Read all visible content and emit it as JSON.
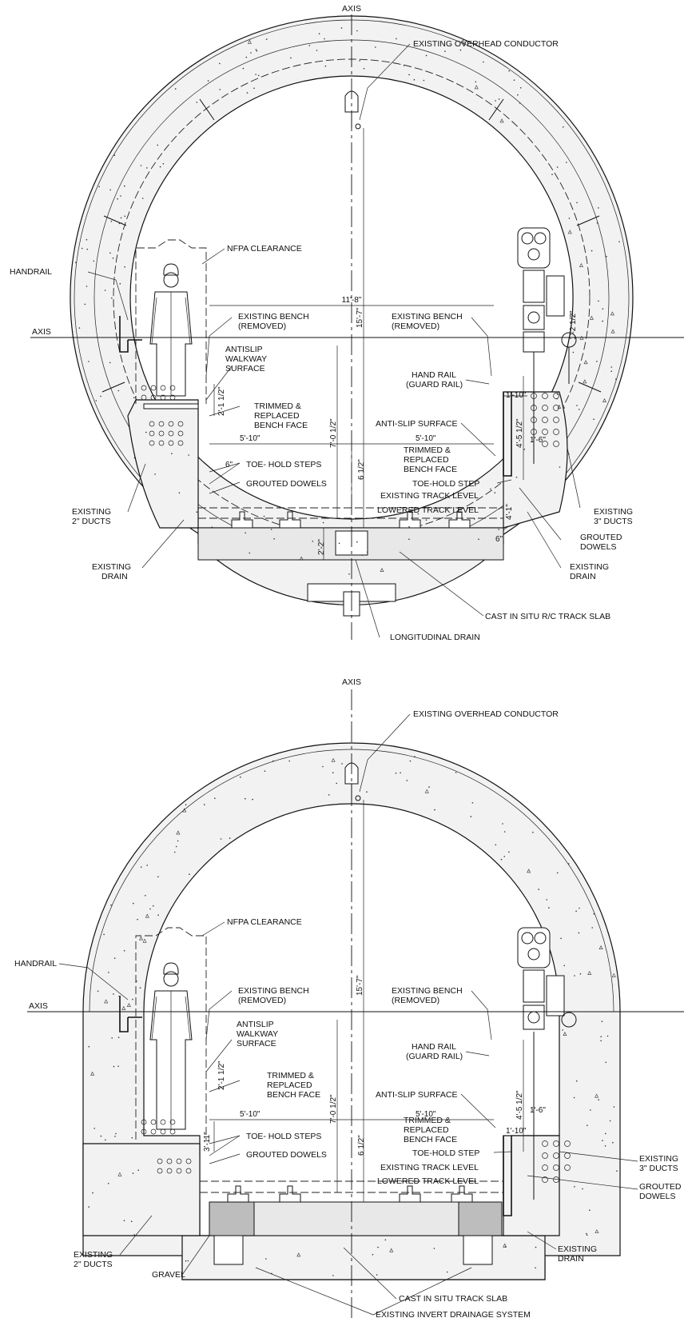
{
  "top": {
    "axis_vertical": "AXIS",
    "axis_horizontal": "AXIS",
    "overhead": "EXISTING OVERHEAD CONDUCTOR",
    "nfpa": "NFPA CLEARANCE",
    "handrail": "HANDRAIL",
    "bench_left_1": "EXISTING BENCH",
    "bench_left_2": "(REMOVED)",
    "bench_right_1": "EXISTING BENCH",
    "bench_right_2": "(REMOVED)",
    "antislip_1": "ANTISLIP",
    "antislip_2": "WALKWAY",
    "antislip_3": "SURFACE",
    "trimmed_1": "TRIMMED &",
    "trimmed_2": "REPLACED",
    "trimmed_3": "BENCH FACE",
    "toehold_steps": "TOE- HOLD STEPS",
    "grouted_dowels_left": "GROUTED DOWELS",
    "hand_rail_1": "HAND RAIL",
    "hand_rail_2": "(GUARD RAIL)",
    "antislip_surface": "ANTI-SLIP SURFACE",
    "trimmed_r_1": "TRIMMED &",
    "trimmed_r_2": "REPLACED",
    "trimmed_r_3": "BENCH FACE",
    "toehold_step": "TOE-HOLD STEP",
    "existing_track": "EXISTING TRACK LEVEL",
    "lowered_track": "LOWERED TRACK LEVEL",
    "ducts2_1": "EXISTING",
    "ducts2_2": "2\" DUCTS",
    "drain_l_1": "EXISTING",
    "drain_l_2": "DRAIN",
    "ducts3_1": "EXISTING",
    "ducts3_2": "3\" DUCTS",
    "gdowels_r_1": "GROUTED",
    "gdowels_r_2": "DOWELS",
    "drain_r_1": "EXISTING",
    "drain_r_2": "DRAIN",
    "slab": "CAST IN SITU R/C TRACK SLAB",
    "long_drain": "LONGITUDINAL DRAIN",
    "dims": {
      "d1": "11'-8\"",
      "d2": "15'-7\"",
      "d3": "2'-1 1/2\"",
      "d4": "5'-10\"",
      "d5": "5'-10\"",
      "d6": "6\"",
      "d7": "7'-0 1/2\"",
      "d8": "6 1/2\"",
      "d9": "2'-2\"",
      "d10": "1'-10\"",
      "d11": "1'-2 1/2\"",
      "d12": "4'-5 1/2\"",
      "d13": "1'-6\"",
      "d14": "6\"",
      "d15": "4'-1\""
    }
  },
  "bottom": {
    "axis_vertical": "AXIS",
    "axis_horizontal": "AXIS",
    "overhead": "EXISTING OVERHEAD CONDUCTOR",
    "nfpa": "NFPA CLEARANCE",
    "handrail": "HANDRAIL",
    "bench_left_1": "EXISTING BENCH",
    "bench_left_2": "(REMOVED)",
    "bench_right_1": "EXISTING BENCH",
    "bench_right_2": "(REMOVED)",
    "antislip_1": "ANTISLIP",
    "antislip_2": "WALKWAY",
    "antislip_3": "SURFACE",
    "trimmed_1": "TRIMMED &",
    "trimmed_2": "REPLACED",
    "trimmed_3": "BENCH FACE",
    "toehold_steps": "TOE- HOLD STEPS",
    "grouted_dowels_left": "GROUTED DOWELS",
    "hand_rail_1": "HAND RAIL",
    "hand_rail_2": "(GUARD RAIL)",
    "antislip_surface": "ANTI-SLIP SURFACE",
    "trimmed_r_1": "TRIMMED &",
    "trimmed_r_2": "REPLACED",
    "trimmed_r_3": "BENCH FACE",
    "toehold_step": "TOE-HOLD STEP",
    "existing_track": "EXISTING TRACK LEVEL",
    "lowered_track": "LOWERED TRACK LEVEL",
    "ducts2_1": "EXISTING",
    "ducts2_2": "2\" DUCTS",
    "gravel": "GRAVEL",
    "ducts3_1": "EXISTING",
    "ducts3_2": "3\" DUCTS",
    "gdowels_r_1": "GROUTED",
    "gdowels_r_2": "DOWELS",
    "drain_r_1": "EXISTING",
    "drain_r_2": "DRAIN",
    "slab": "CAST IN SITU TRACK SLAB",
    "invert": "EXISTING INVERT DRAINAGE SYSTEM",
    "dims": {
      "d2": "15'-7\"",
      "d3": "2'-1 1/2\"",
      "d4": "5'-10\"",
      "d5": "5'-10\"",
      "d7": "7'-0 1/2\"",
      "d8": "6 1/2\"",
      "d9": "3'-11\"",
      "d10": "1'-10\"",
      "d12": "4'-5 1/2\"",
      "d13": "1'-6\""
    }
  }
}
